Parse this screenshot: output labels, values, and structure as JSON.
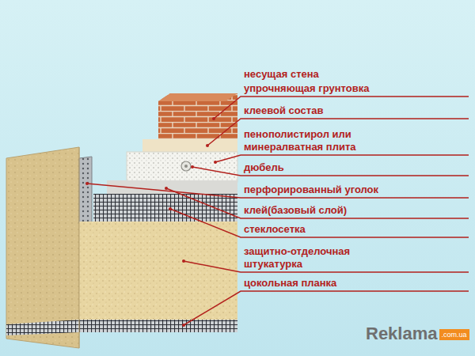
{
  "diagram": {
    "labels": [
      "несущая стена",
      "упрочняющая грунтовка",
      "клеевой состав",
      "пенополистирол или минералватная плита",
      "дюбель",
      "перфорированный уголок",
      "клей(базовый слой)",
      "стеклосетка",
      "защитно-отделочная штукатурка",
      "цокольная планка",
      "Reklama",
      ".com.ua"
    ]
  }
}
